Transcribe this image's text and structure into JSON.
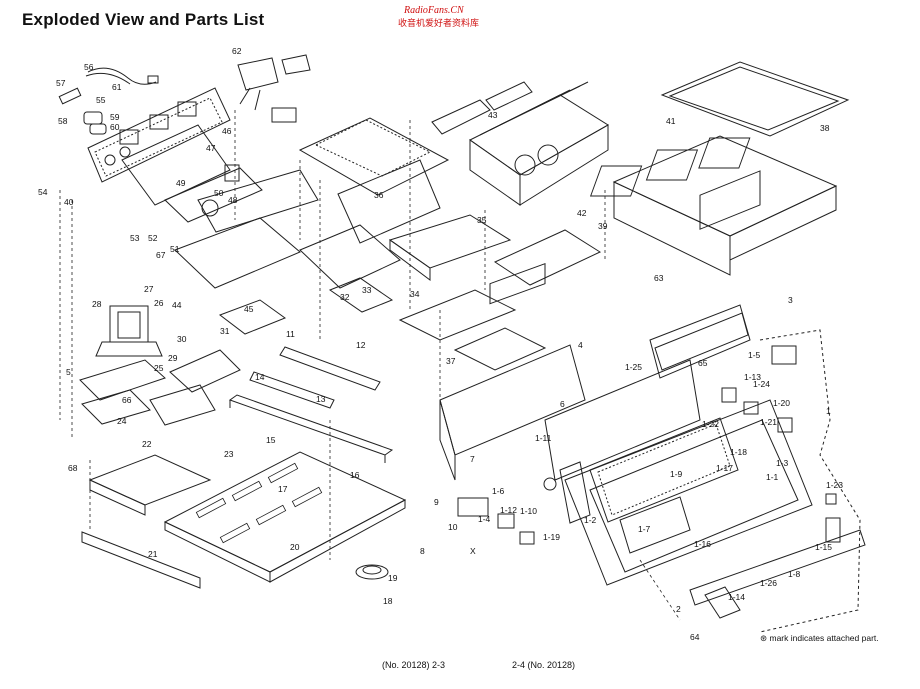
{
  "title": "Exploded View and Parts List",
  "watermark": {
    "site": "RadioFans.CN",
    "subtitle": "收音机爱好者资料库",
    "color": "#d01010"
  },
  "footer": {
    "left_page": "(No. 20128) 2-3",
    "right_page": "2-4   (No. 20128)"
  },
  "note": "⊛ mark indicates attached part.",
  "part_labels": [
    "1",
    "1-1",
    "1-2",
    "1-3",
    "1-4",
    "1-5",
    "1-6",
    "1-7",
    "1-8",
    "1-9",
    "1-10",
    "1-11",
    "1-12",
    "1-13",
    "1-14",
    "1-15",
    "1-16",
    "1-17",
    "1-18",
    "1-19",
    "1-20",
    "1-21",
    "1-22",
    "1-23",
    "1-24",
    "1-25",
    "1-26",
    "2",
    "3",
    "4",
    "5",
    "6",
    "7",
    "8",
    "9",
    "10",
    "11",
    "12",
    "13",
    "14",
    "15",
    "16",
    "17",
    "18",
    "19",
    "20",
    "21",
    "22",
    "23",
    "24",
    "25",
    "26",
    "27",
    "28",
    "29",
    "30",
    "31",
    "32",
    "33",
    "34",
    "35",
    "36",
    "37",
    "38",
    "39",
    "40",
    "41",
    "42",
    "43",
    "44",
    "45",
    "46",
    "47",
    "48",
    "49",
    "50",
    "51",
    "52",
    "53",
    "54",
    "55",
    "56",
    "57",
    "58",
    "59",
    "60",
    "61",
    "62",
    "63",
    "64",
    "65",
    "66",
    "67",
    "68",
    "X"
  ]
}
